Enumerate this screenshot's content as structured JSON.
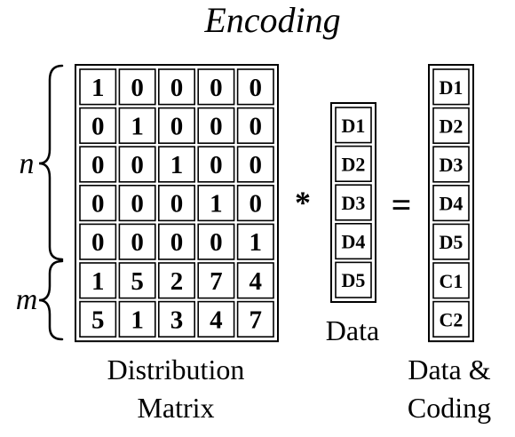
{
  "title": "Encoding",
  "matrix": {
    "rows": [
      [
        "1",
        "0",
        "0",
        "0",
        "0"
      ],
      [
        "0",
        "1",
        "0",
        "0",
        "0"
      ],
      [
        "0",
        "0",
        "1",
        "0",
        "0"
      ],
      [
        "0",
        "0",
        "0",
        "1",
        "0"
      ],
      [
        "0",
        "0",
        "0",
        "0",
        "1"
      ],
      [
        "1",
        "5",
        "2",
        "7",
        "4"
      ],
      [
        "5",
        "1",
        "3",
        "4",
        "7"
      ]
    ],
    "caption_line1": "Distribution",
    "caption_line2": "Matrix"
  },
  "braces": {
    "n_label": "n",
    "m_label": "m"
  },
  "operators": {
    "multiply": "*",
    "equals": "="
  },
  "data_vector": {
    "items": [
      "D1",
      "D2",
      "D3",
      "D4",
      "D5"
    ],
    "caption": "Data"
  },
  "result_vector": {
    "items": [
      "D1",
      "D2",
      "D3",
      "D4",
      "D5",
      "C1",
      "C2"
    ],
    "caption_line1": "Data &",
    "caption_line2": "Coding"
  }
}
